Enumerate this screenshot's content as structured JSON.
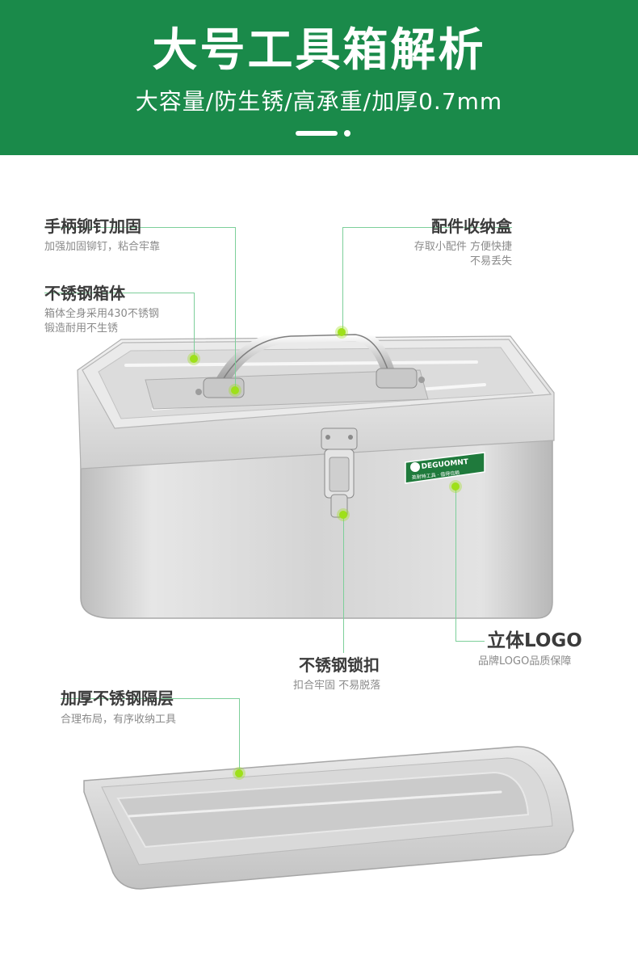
{
  "banner": {
    "title": "大号工具箱解析",
    "subtitle": "大容量/防生锈/高承重/加厚0.7mm"
  },
  "callouts": {
    "handle_rivet": {
      "title": "手柄铆钉加固",
      "desc": "加强加固铆钉，粘合牢靠"
    },
    "stainless_box": {
      "title": "不锈钢箱体",
      "desc_line1": "箱体全身采用430不锈钢",
      "desc_line2": "锻造耐用不生锈"
    },
    "parts_box": {
      "title": "配件收纳盒",
      "desc_line1": "存取小配件 方便快捷",
      "desc_line2": "不易丢失"
    },
    "logo": {
      "title": "立体LOGO",
      "desc": "品牌LOGO品质保障"
    },
    "lock": {
      "title": "不锈钢锁扣",
      "desc": "扣合牢固 不易脱落"
    },
    "tray": {
      "title": "加厚不锈钢隔层",
      "desc": "合理布局，有序收纳工具"
    }
  },
  "brand_badge": {
    "name": "DEGUOMNT",
    "tagline": "英耐特工具 · 值得信赖"
  },
  "colors": {
    "banner": "#1a8a4a",
    "leader_line": "#7dcf9a",
    "dot": "#9ee01a"
  }
}
